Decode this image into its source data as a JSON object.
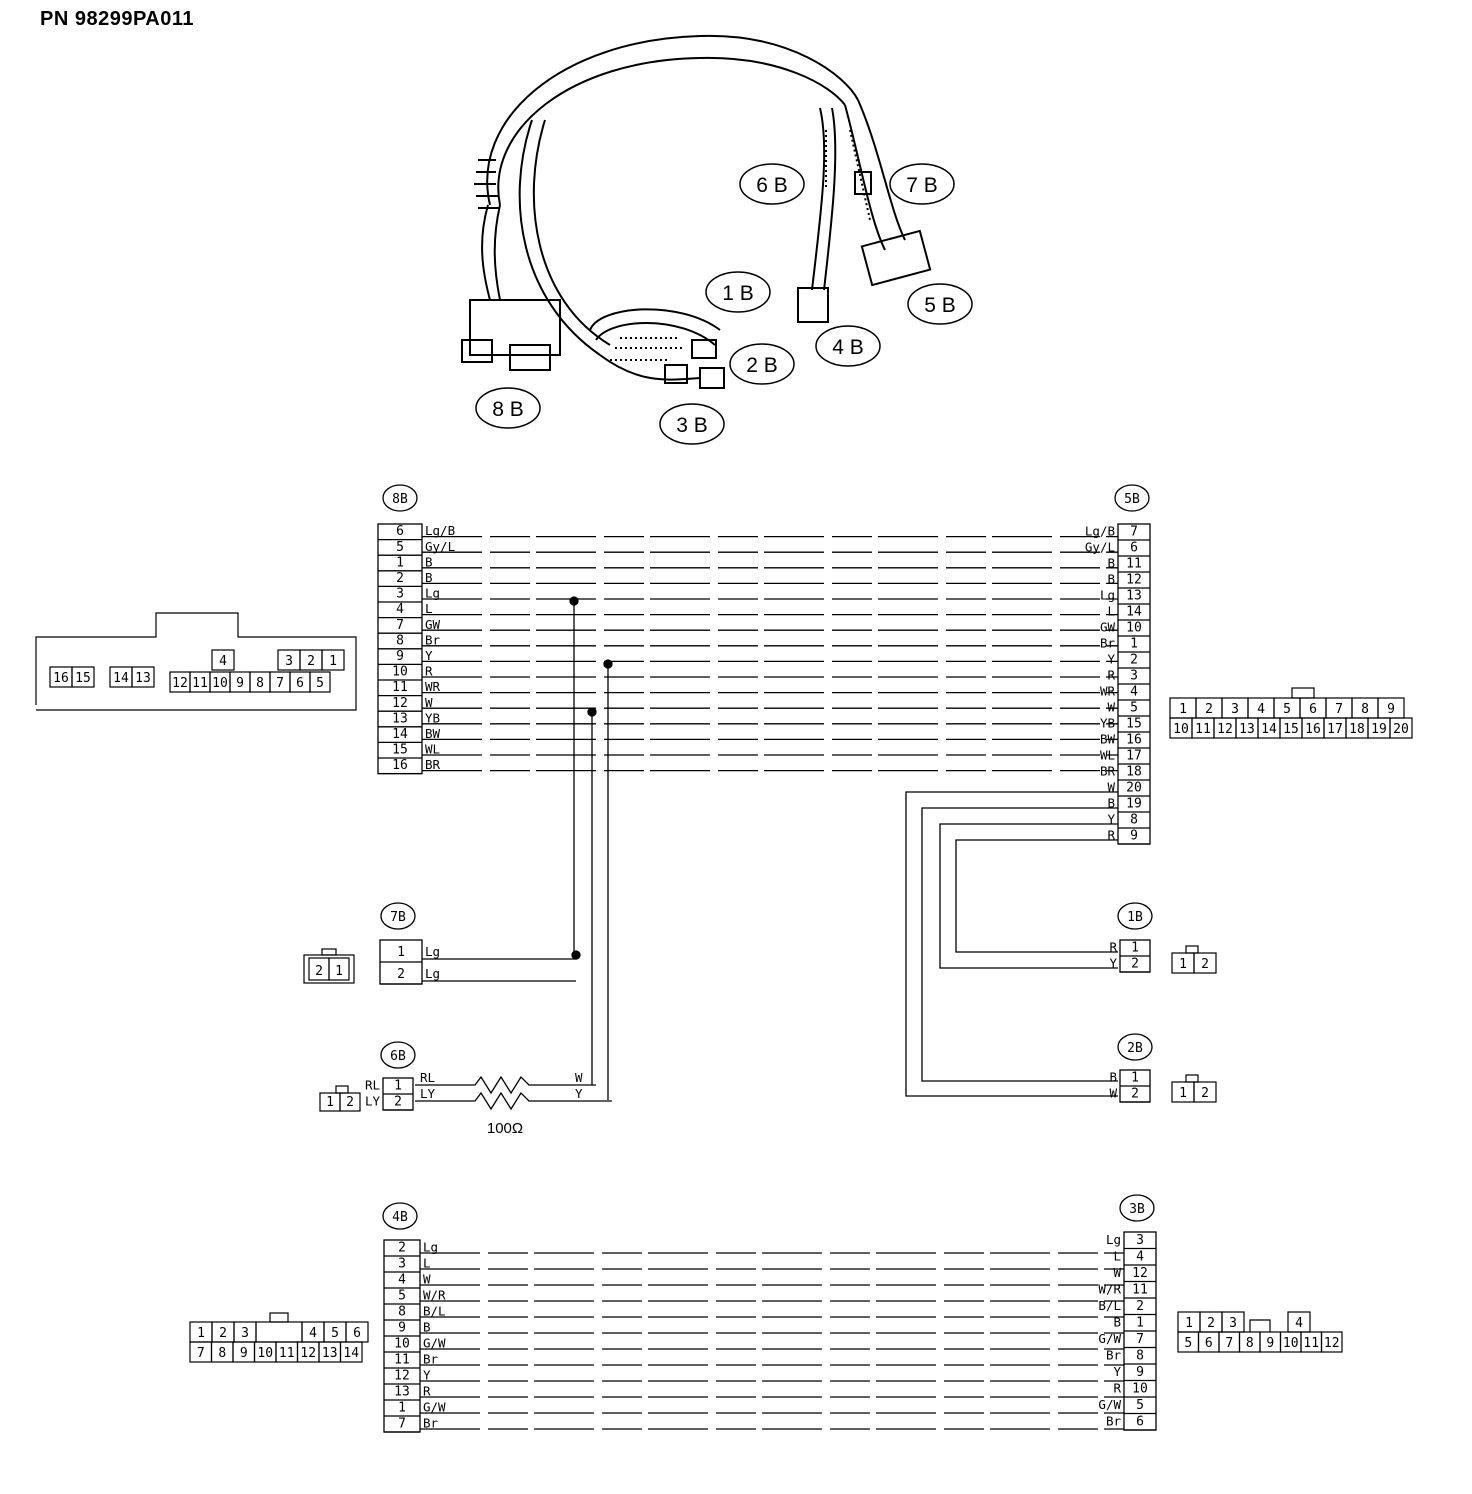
{
  "title": "PN 98299PA011",
  "harness_labels": [
    "6 B",
    "7 B",
    "1 B",
    "5 B",
    "2 B",
    "4 B",
    "8 B",
    "3 B"
  ],
  "resistor_value": "100Ω",
  "connectors": {
    "c8B": {
      "label": "8B",
      "rows": [
        {
          "pin": "6",
          "wire": "Lg/B"
        },
        {
          "pin": "5",
          "wire": "Gy/L"
        },
        {
          "pin": "1",
          "wire": "B"
        },
        {
          "pin": "2",
          "wire": "B"
        },
        {
          "pin": "3",
          "wire": "Lg"
        },
        {
          "pin": "4",
          "wire": "L"
        },
        {
          "pin": "7",
          "wire": "GW"
        },
        {
          "pin": "8",
          "wire": "Br"
        },
        {
          "pin": "9",
          "wire": "Y"
        },
        {
          "pin": "10",
          "wire": "R"
        },
        {
          "pin": "11",
          "wire": "WR"
        },
        {
          "pin": "12",
          "wire": "W"
        },
        {
          "pin": "13",
          "wire": "YB"
        },
        {
          "pin": "14",
          "wire": "BW"
        },
        {
          "pin": "15",
          "wire": "WL"
        },
        {
          "pin": "16",
          "wire": "BR"
        }
      ],
      "face": {
        "top": [
          "4",
          "3",
          "2",
          "1"
        ],
        "bottom": [
          "16",
          "15",
          "14",
          "13",
          "12",
          "11",
          "10",
          "9",
          "8",
          "7",
          "6",
          "5"
        ]
      }
    },
    "c5B": {
      "label": "5B",
      "rows": [
        {
          "pin": "7",
          "wire": "Lg/B"
        },
        {
          "pin": "6",
          "wire": "Gy/L"
        },
        {
          "pin": "11",
          "wire": "B"
        },
        {
          "pin": "12",
          "wire": "B"
        },
        {
          "pin": "13",
          "wire": "Lg"
        },
        {
          "pin": "14",
          "wire": "L"
        },
        {
          "pin": "10",
          "wire": "GW"
        },
        {
          "pin": "1",
          "wire": "Br"
        },
        {
          "pin": "2",
          "wire": "Y"
        },
        {
          "pin": "3",
          "wire": "R"
        },
        {
          "pin": "4",
          "wire": "WR"
        },
        {
          "pin": "5",
          "wire": "W"
        },
        {
          "pin": "15",
          "wire": "YB"
        },
        {
          "pin": "16",
          "wire": "BW"
        },
        {
          "pin": "17",
          "wire": "WL"
        },
        {
          "pin": "18",
          "wire": "BR"
        },
        {
          "pin": "20",
          "wire": "W"
        },
        {
          "pin": "19",
          "wire": "B"
        },
        {
          "pin": "8",
          "wire": "Y"
        },
        {
          "pin": "9",
          "wire": "R"
        }
      ],
      "face": {
        "top": [
          "1",
          "2",
          "3",
          "4",
          "5",
          "6",
          "7",
          "8",
          "9"
        ],
        "bottom": [
          "10",
          "11",
          "12",
          "13",
          "14",
          "15",
          "16",
          "17",
          "18",
          "19",
          "20"
        ]
      }
    },
    "c7B": {
      "label": "7B",
      "rows": [
        {
          "pin": "1",
          "wire": "Lg"
        },
        {
          "pin": "2",
          "wire": "Lg"
        }
      ],
      "face": [
        "2",
        "1"
      ]
    },
    "c6B": {
      "label": "6B",
      "rows": [
        {
          "pin": "1",
          "wire": "RL"
        },
        {
          "pin": "2",
          "wire": "LY"
        }
      ],
      "face": [
        "1",
        "2"
      ],
      "far": [
        "W",
        "Y"
      ]
    },
    "c1B": {
      "label": "1B",
      "rows": [
        {
          "pin": "1",
          "wire": "R"
        },
        {
          "pin": "2",
          "wire": "Y"
        }
      ],
      "face": [
        "1",
        "2"
      ]
    },
    "c2B": {
      "label": "2B",
      "rows": [
        {
          "pin": "1",
          "wire": "B"
        },
        {
          "pin": "2",
          "wire": "W"
        }
      ],
      "face": [
        "1",
        "2"
      ]
    },
    "c4B": {
      "label": "4B",
      "rows": [
        {
          "pin": "2",
          "wire": "Lg"
        },
        {
          "pin": "3",
          "wire": "L"
        },
        {
          "pin": "4",
          "wire": "W"
        },
        {
          "pin": "5",
          "wire": "W/R"
        },
        {
          "pin": "8",
          "wire": "B/L"
        },
        {
          "pin": "9",
          "wire": "B"
        },
        {
          "pin": "10",
          "wire": "G/W"
        },
        {
          "pin": "11",
          "wire": "Br"
        },
        {
          "pin": "12",
          "wire": "Y"
        },
        {
          "pin": "13",
          "wire": "R"
        },
        {
          "pin": "1",
          "wire": "G/W"
        },
        {
          "pin": "7",
          "wire": "Br"
        }
      ],
      "face": {
        "top": [
          "1",
          "2",
          "3",
          "4",
          "5",
          "6"
        ],
        "bottom": [
          "7",
          "8",
          "9",
          "10",
          "11",
          "12",
          "13",
          "14"
        ]
      }
    },
    "c3B": {
      "label": "3B",
      "rows": [
        {
          "pin": "3",
          "wire": "Lg"
        },
        {
          "pin": "4",
          "wire": "L"
        },
        {
          "pin": "12",
          "wire": "W"
        },
        {
          "pin": "11",
          "wire": "W/R"
        },
        {
          "pin": "2",
          "wire": "B/L"
        },
        {
          "pin": "1",
          "wire": "B"
        },
        {
          "pin": "7",
          "wire": "G/W"
        },
        {
          "pin": "8",
          "wire": "Br"
        },
        {
          "pin": "9",
          "wire": "Y"
        },
        {
          "pin": "10",
          "wire": "R"
        },
        {
          "pin": "5",
          "wire": "G/W"
        },
        {
          "pin": "6",
          "wire": "Br"
        }
      ],
      "face": {
        "top": [
          "1",
          "2",
          "3",
          "4"
        ],
        "bottom": [
          "5",
          "6",
          "7",
          "8",
          "9",
          "10",
          "11",
          "12"
        ]
      }
    }
  }
}
